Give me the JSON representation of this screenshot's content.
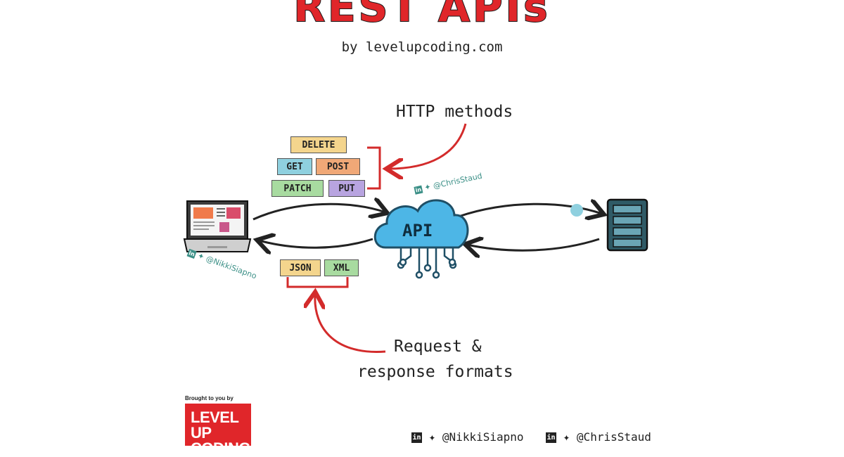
{
  "header": {
    "title": "REST APIs",
    "byline": "by levelupcoding.com"
  },
  "diagram": {
    "methods_label": "HTTP methods",
    "methods": [
      {
        "label": "DELETE",
        "color": "#f4d58d"
      },
      {
        "label": "GET",
        "color": "#8fd0df"
      },
      {
        "label": "POST",
        "color": "#f0a877"
      },
      {
        "label": "PATCH",
        "color": "#a8dba0"
      },
      {
        "label": "PUT",
        "color": "#b8a4e0"
      }
    ],
    "api_label": "API",
    "formats_label_line1": "Request &",
    "formats_label_line2": "response formats",
    "formats": [
      {
        "label": "JSON",
        "color": "#f4d58d"
      },
      {
        "label": "XML",
        "color": "#a8dba0"
      }
    ],
    "handle_top": "@ChrisStaud",
    "handle_left": "@NikkiSiapno"
  },
  "footer": {
    "brought_by": "Brought to you by",
    "logo_line1": "LEVEL UP",
    "logo_line2": "CODING",
    "credit_1": "@NikkiSiapno",
    "credit_2": "@ChrisStaud"
  },
  "colors": {
    "accent_red": "#e0262a",
    "cloud_blue": "#4db6e6",
    "server_teal": "#2f5a66"
  }
}
